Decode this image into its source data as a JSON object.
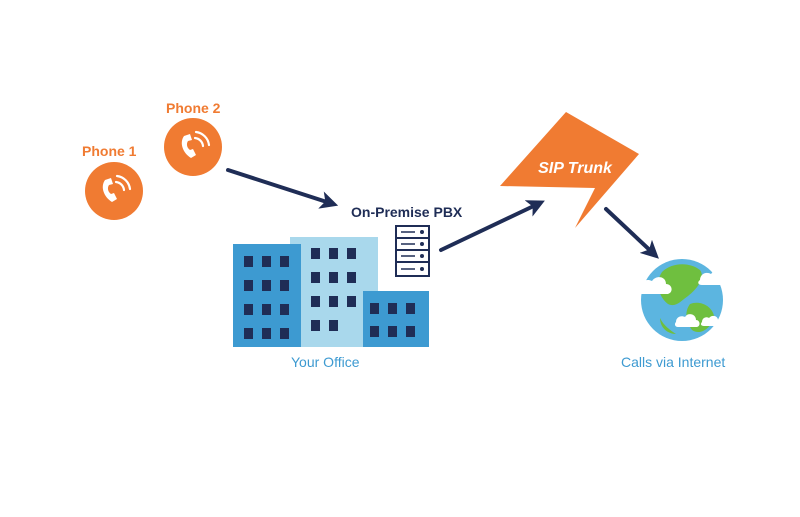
{
  "labels": {
    "phone1": "Phone 1",
    "phone2": "Phone 2",
    "pbx": "On-Premise PBX",
    "office": "Your Office",
    "trunk": "SIP Trunk",
    "internet": "Calls via Internet"
  },
  "icons": {
    "phone": "phone-ringing-icon",
    "pbx": "server-rack-icon",
    "office": "office-buildings-icon",
    "trunk": "lightning-bolt-icon",
    "internet": "globe-icon"
  },
  "colors": {
    "orange": "#f07b32",
    "navy": "#1f2d56",
    "building_dark": "#3d9ad1",
    "building_light": "#a9d8ec",
    "window": "#1f2d56",
    "globe_ocean": "#5cb5e0",
    "globe_land": "#6fbf3f"
  }
}
